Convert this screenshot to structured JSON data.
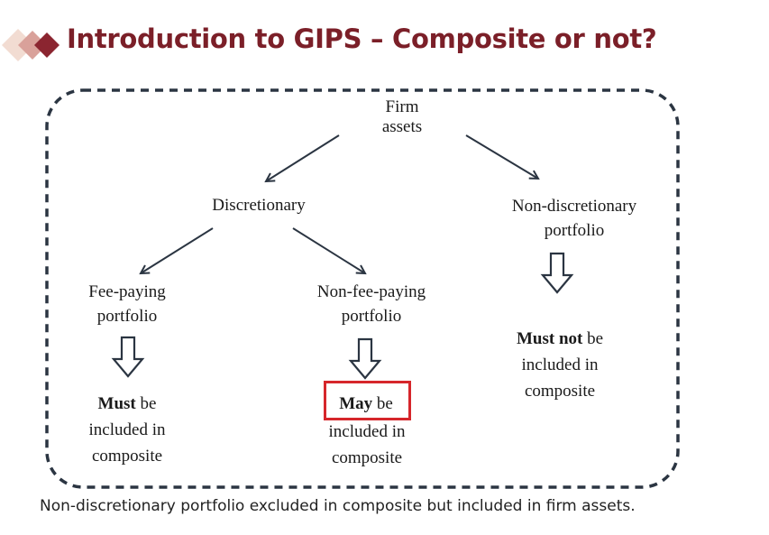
{
  "title": "Introduction to GIPS – Composite or not?",
  "colors": {
    "title": "#7b1f28",
    "border": "#2b3542",
    "arrow": "#2b3542",
    "highlight": "#d6262b"
  },
  "nodes": {
    "firm_assets": {
      "line1": "Firm",
      "line2": "assets"
    },
    "discretionary": "Discretionary",
    "non_discretionary": {
      "line1": "Non-discretionary",
      "line2": "portfolio"
    },
    "fee_paying": {
      "line1": "Fee-paying",
      "line2": "portfolio"
    },
    "non_fee_paying": {
      "line1": "Non-fee-paying",
      "line2": "portfolio"
    }
  },
  "outcomes": {
    "fee_paying": {
      "bold": "Must",
      "rest": " be",
      "line2": "included in",
      "line3": "composite"
    },
    "non_fee_paying": {
      "bold": "May",
      "rest": " be",
      "line2": "included in",
      "line3": "composite"
    },
    "non_discretionary": {
      "bold": "Must not",
      "rest": " be",
      "line2": "included in",
      "line3": "composite"
    }
  },
  "footer": "Non-discretionary portfolio excluded in composite but included in firm assets."
}
